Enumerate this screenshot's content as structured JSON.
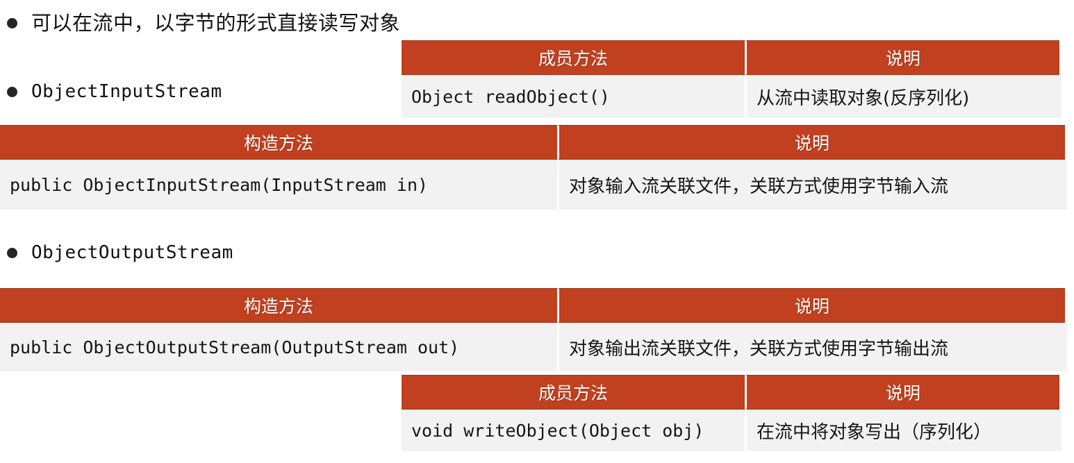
{
  "slide": {
    "background_color": "#FFFFFF",
    "accent_color": "#C0401F",
    "row_color": "#F2F2F2",
    "text_color": "#151515"
  },
  "bullets": [
    {
      "id": "intro",
      "text": "可以在流中，以字节的形式直接读写对象"
    },
    {
      "id": "object_input_stream",
      "text": "ObjectInputStream"
    },
    {
      "id": "object_output_stream",
      "text": "ObjectOutputStream"
    }
  ],
  "tables": {
    "ois_method": {
      "headers": [
        "成员方法",
        "说明"
      ],
      "rows": [
        [
          "Object readObject()",
          "从流中读取对象(反序列化)"
        ]
      ]
    },
    "ois_ctor": {
      "headers": [
        "构造方法",
        "说明"
      ],
      "rows": [
        [
          "public ObjectInputStream(InputStream in)",
          "对象输入流关联文件，关联方式使用字节输入流"
        ]
      ]
    },
    "oos_ctor": {
      "headers": [
        "构造方法",
        "说明"
      ],
      "rows": [
        [
          "public ObjectOutputStream(OutputStream out)",
          "对象输出流关联文件，关联方式使用字节输出流"
        ]
      ]
    },
    "oos_method": {
      "headers": [
        "成员方法",
        "说明"
      ],
      "rows": [
        [
          "void writeObject(Object obj)",
          "在流中将对象写出（序列化）"
        ]
      ]
    }
  }
}
